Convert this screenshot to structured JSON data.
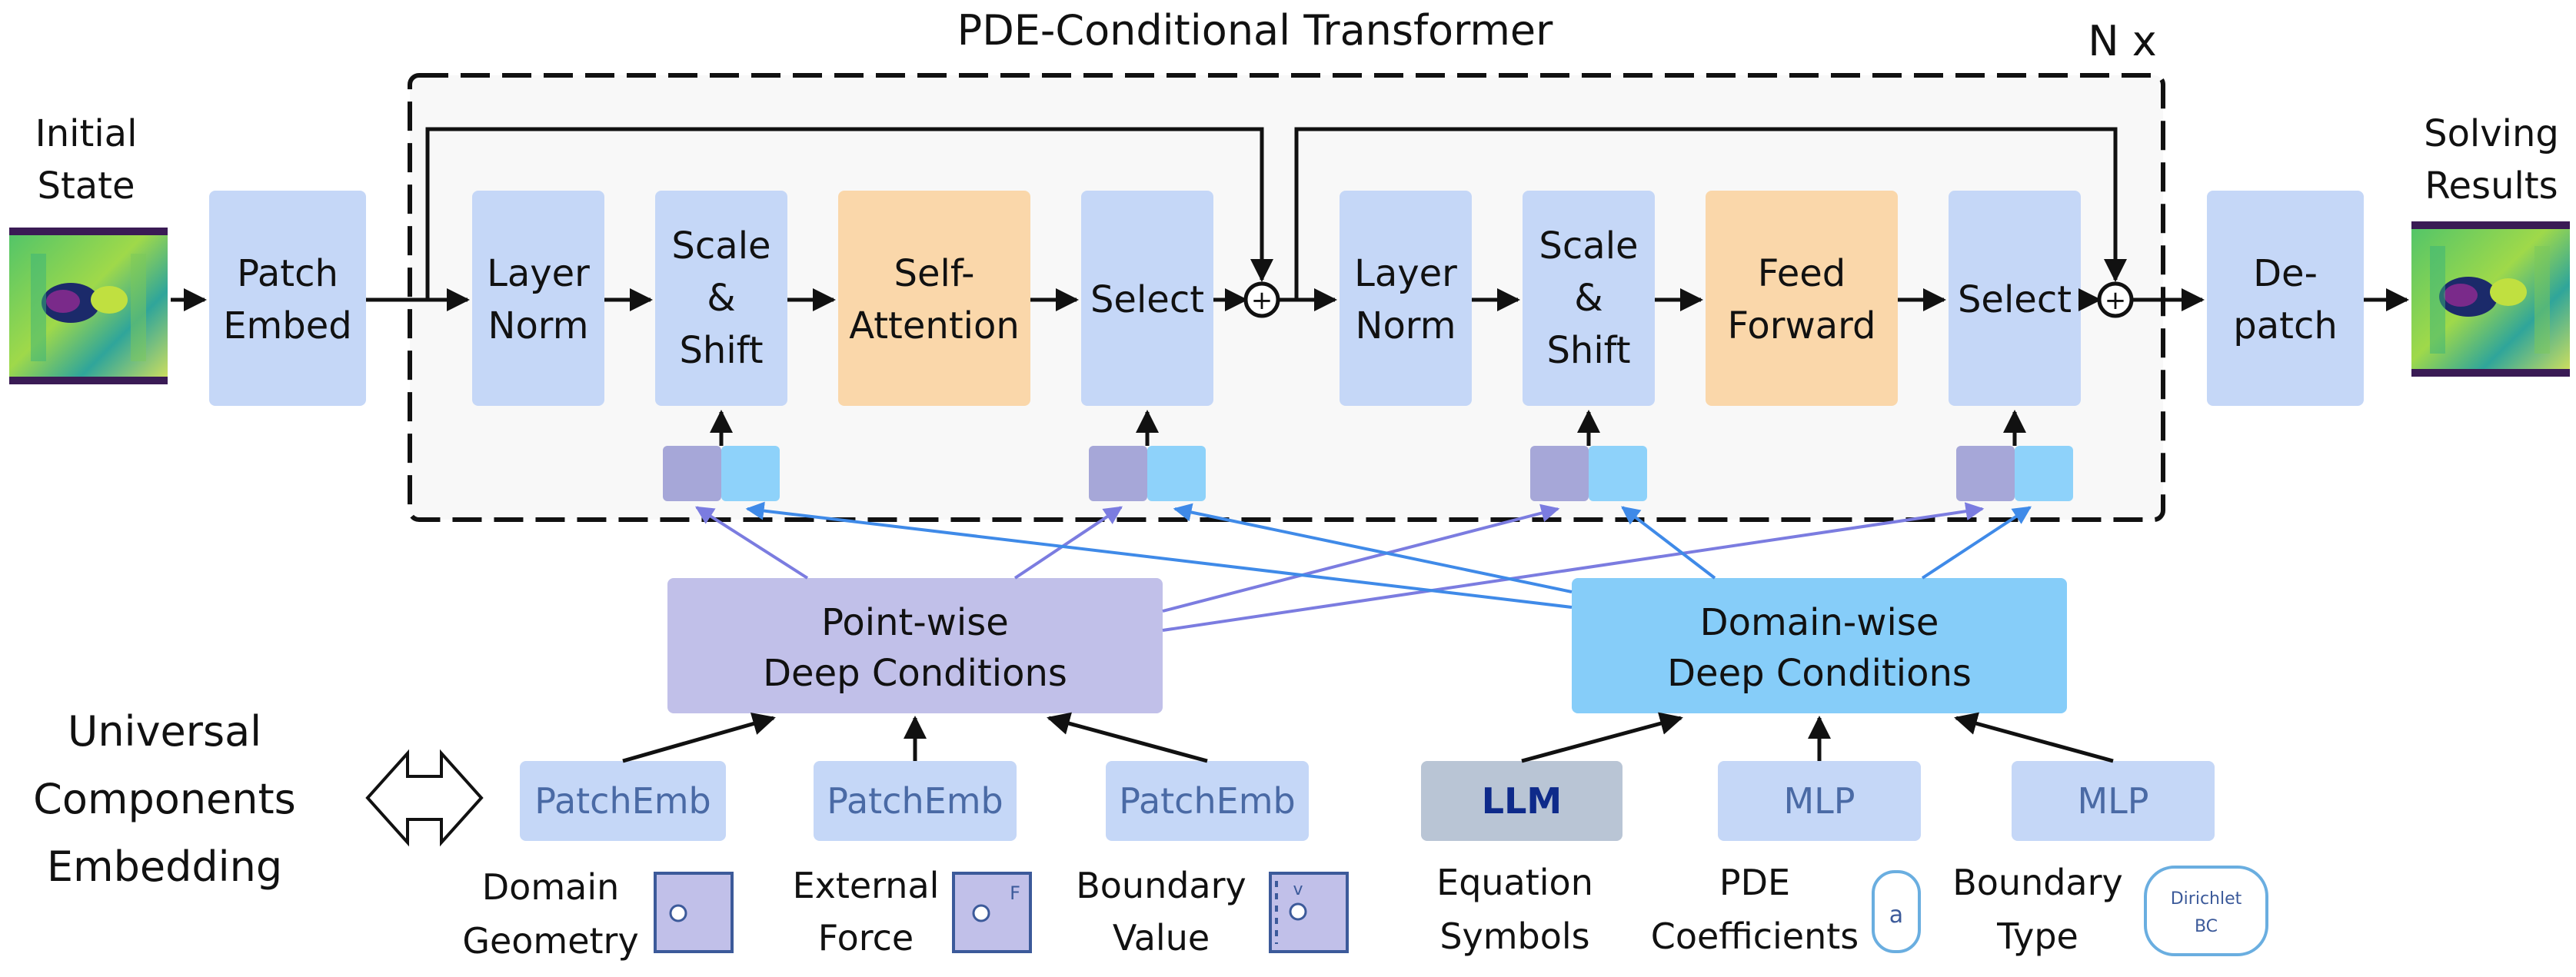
{
  "title": "PDE-Conditional Transformer",
  "repeat_label": "N x",
  "input": {
    "label_line1": "Initial",
    "label_line2": "State"
  },
  "output": {
    "label_line1": "Solving",
    "label_line2": "Results"
  },
  "patch_embed": {
    "line1": "Patch",
    "line2": "Embed"
  },
  "depatch": {
    "line1": "De-",
    "line2": "patch"
  },
  "block1": {
    "layer_norm": {
      "line1": "Layer",
      "line2": "Norm"
    },
    "scale_shift": {
      "line1": "Scale",
      "line2": "&",
      "line3": "Shift"
    },
    "attention": {
      "line1": "Self-",
      "line2": "Attention"
    },
    "select": "Select"
  },
  "block2": {
    "layer_norm": {
      "line1": "Layer",
      "line2": "Norm"
    },
    "scale_shift": {
      "line1": "Scale",
      "line2": "&",
      "line3": "Shift"
    },
    "feed_forward": {
      "line1": "Feed",
      "line2": "Forward"
    },
    "select": "Select"
  },
  "pointwise": {
    "line1": "Point-wise",
    "line2": "Deep Conditions"
  },
  "domainwise": {
    "line1": "Domain-wise",
    "line2": "Deep Conditions"
  },
  "universal": {
    "line1": "Universal",
    "line2": "Components",
    "line3": "Embedding"
  },
  "embedders": [
    {
      "label": "PatchEmb"
    },
    {
      "label": "PatchEmb"
    },
    {
      "label": "PatchEmb"
    },
    {
      "label": "LLM"
    },
    {
      "label": "MLP"
    },
    {
      "label": "MLP"
    }
  ],
  "components": [
    {
      "line1": "Domain",
      "line2": "Geometry"
    },
    {
      "line1": "External",
      "line2": "Force",
      "icon_text": "F"
    },
    {
      "line1": "Boundary",
      "line2": "Value",
      "icon_text": "v"
    },
    {
      "line1": "Equation",
      "line2": "Symbols"
    },
    {
      "line1": "PDE",
      "line2": "Coefficients",
      "icon_text": "a"
    },
    {
      "line1": "Boundary",
      "line2": "Type",
      "icon_line1": "Dirichlet",
      "icon_line2": "BC"
    }
  ],
  "colors": {
    "box_blue": "#c5d7f7",
    "box_orange": "#fad7aa",
    "pointwise": "#c1c0e9",
    "domainwise": "#86cdf9",
    "arrow_purple": "#7b7ce0",
    "arrow_blue": "#3f8ae8",
    "llm_box": "#b9c5d5"
  }
}
